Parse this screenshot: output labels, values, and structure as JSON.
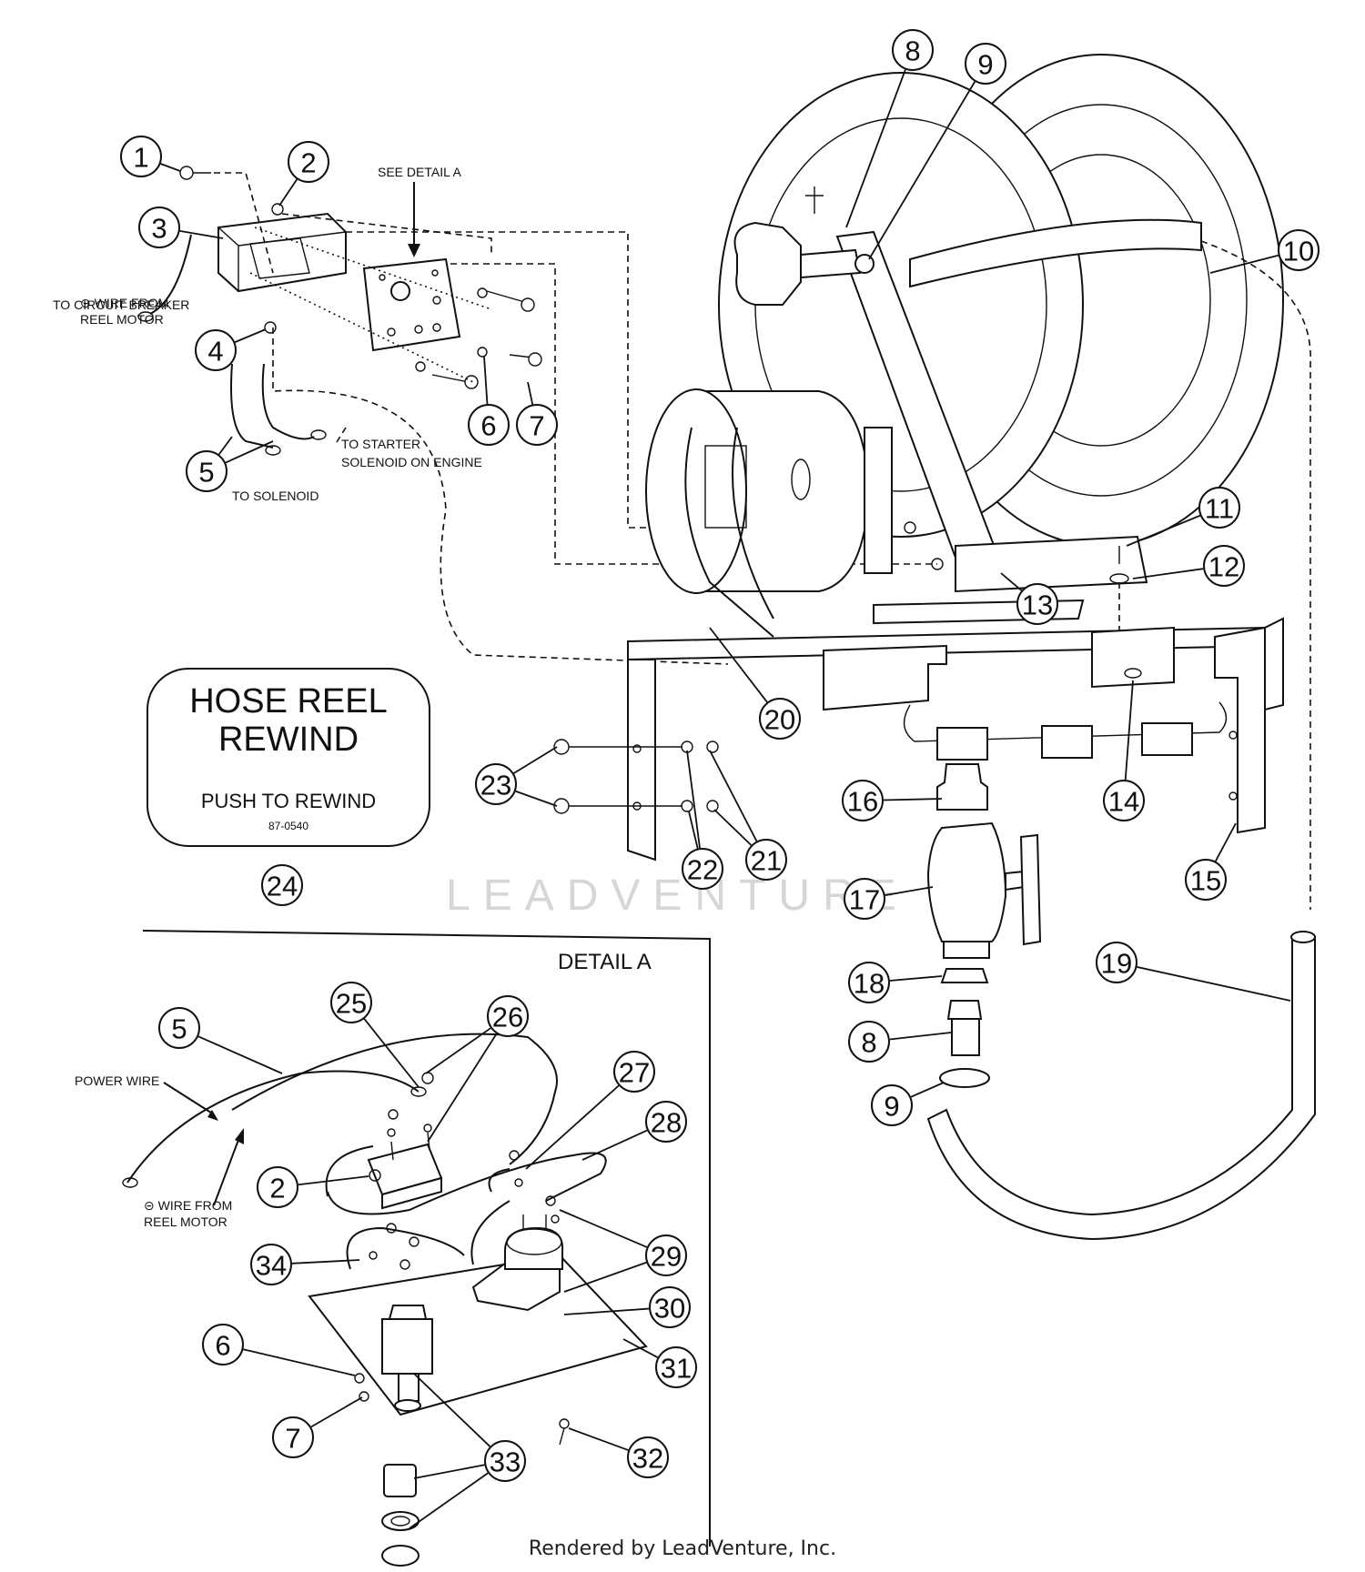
{
  "labels": {
    "see_detail_a": "SEE DETAIL A",
    "wire_from_reel_motor_top": "⊝ WIRE FROM\nREEL MOTOR",
    "to_circuit_breaker": "TO CIRCUIT BREAKER",
    "to_starter": "TO STARTER\nSOLENOID ON ENGINE",
    "to_solenoid": "TO SOLENOID",
    "detail_a": "DETAIL A",
    "power_wire": "POWER WIRE",
    "wire_from_reel_motor_bottom": "⊝ WIRE FROM\nREEL MOTOR",
    "watermark": "LEADVENTURE"
  },
  "decal": {
    "line1": "HOSE REEL",
    "line2": "REWIND",
    "line3": "PUSH TO REWIND",
    "part_no": "87-0540",
    "item": "24"
  },
  "callouts": [
    "1",
    "2",
    "3",
    "4",
    "5",
    "6",
    "7",
    "8",
    "9",
    "10",
    "11",
    "12",
    "13",
    "14",
    "15",
    "16",
    "17",
    "18",
    "19",
    "20",
    "21",
    "22",
    "23",
    "25",
    "26",
    "27",
    "28",
    "29",
    "30",
    "31",
    "32",
    "33",
    "34"
  ],
  "footer": "Rendered by LeadVenture, Inc."
}
